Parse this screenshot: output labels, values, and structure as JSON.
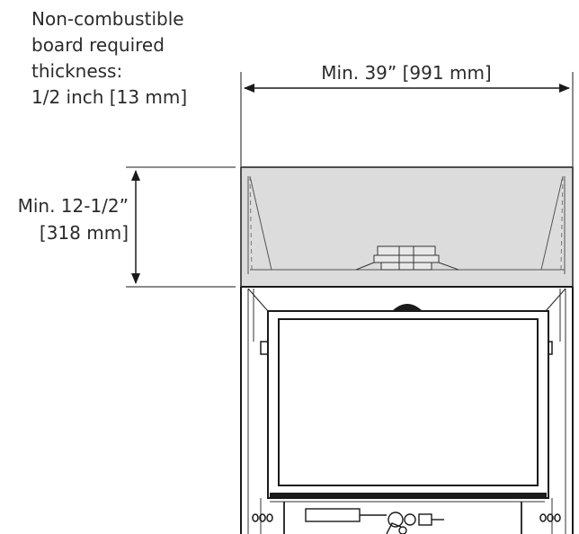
{
  "board_note": {
    "lines": [
      "Non-combustible",
      "board required",
      "thickness:",
      "1/2 inch [13 mm]"
    ]
  },
  "width_dimension": {
    "label": "Min. 39” [991 mm]"
  },
  "height_dimension": {
    "lines": [
      "Min. 12-1/2”",
      "[318 mm]"
    ]
  },
  "colors": {
    "board_fill": "#dcdcdc",
    "line": "#1a1a1a",
    "text": "#2b2b2b"
  }
}
